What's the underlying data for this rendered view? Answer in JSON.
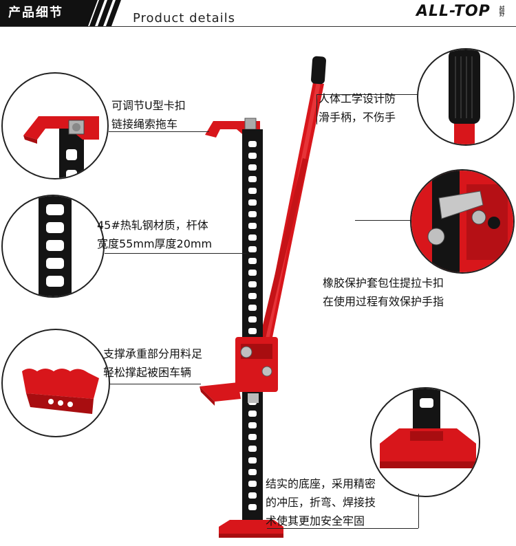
{
  "header": {
    "tag_label": "产品细节",
    "subtitle": "Product details",
    "brand": "ALL-TOP",
    "brand_mark": "越野"
  },
  "callouts": {
    "clamp": [
      "可调节U型卡扣",
      "链接绳索拖车"
    ],
    "steel": [
      "45#热轧钢材质，杆体",
      "宽度55mm厚度20mm"
    ],
    "foot": [
      "支撑承重部分用料足",
      "轻松撑起被困车辆"
    ],
    "handle": [
      "人体工学设计防",
      "滑手柄，不伤手"
    ],
    "rubber": [
      "橡胶保护套包住提拉卡扣",
      "在使用过程有效保护手指"
    ],
    "base": [
      "结实的底座，采用精密",
      "的冲压，折弯、焊接技",
      "术使其更加安全牢固"
    ]
  },
  "colors": {
    "red": "#d8161b",
    "dark_red": "#a80d10",
    "black": "#141414"
  },
  "icons": {
    "jack": "farm-jack-illustration",
    "detail_clamp": "u-clamp-closeup",
    "detail_bar": "steel-bar-closeup",
    "detail_foot": "lifting-foot-closeup",
    "detail_grip": "handle-grip-closeup",
    "detail_mechanism": "climbing-mechanism-closeup",
    "detail_base": "base-plate-closeup"
  }
}
